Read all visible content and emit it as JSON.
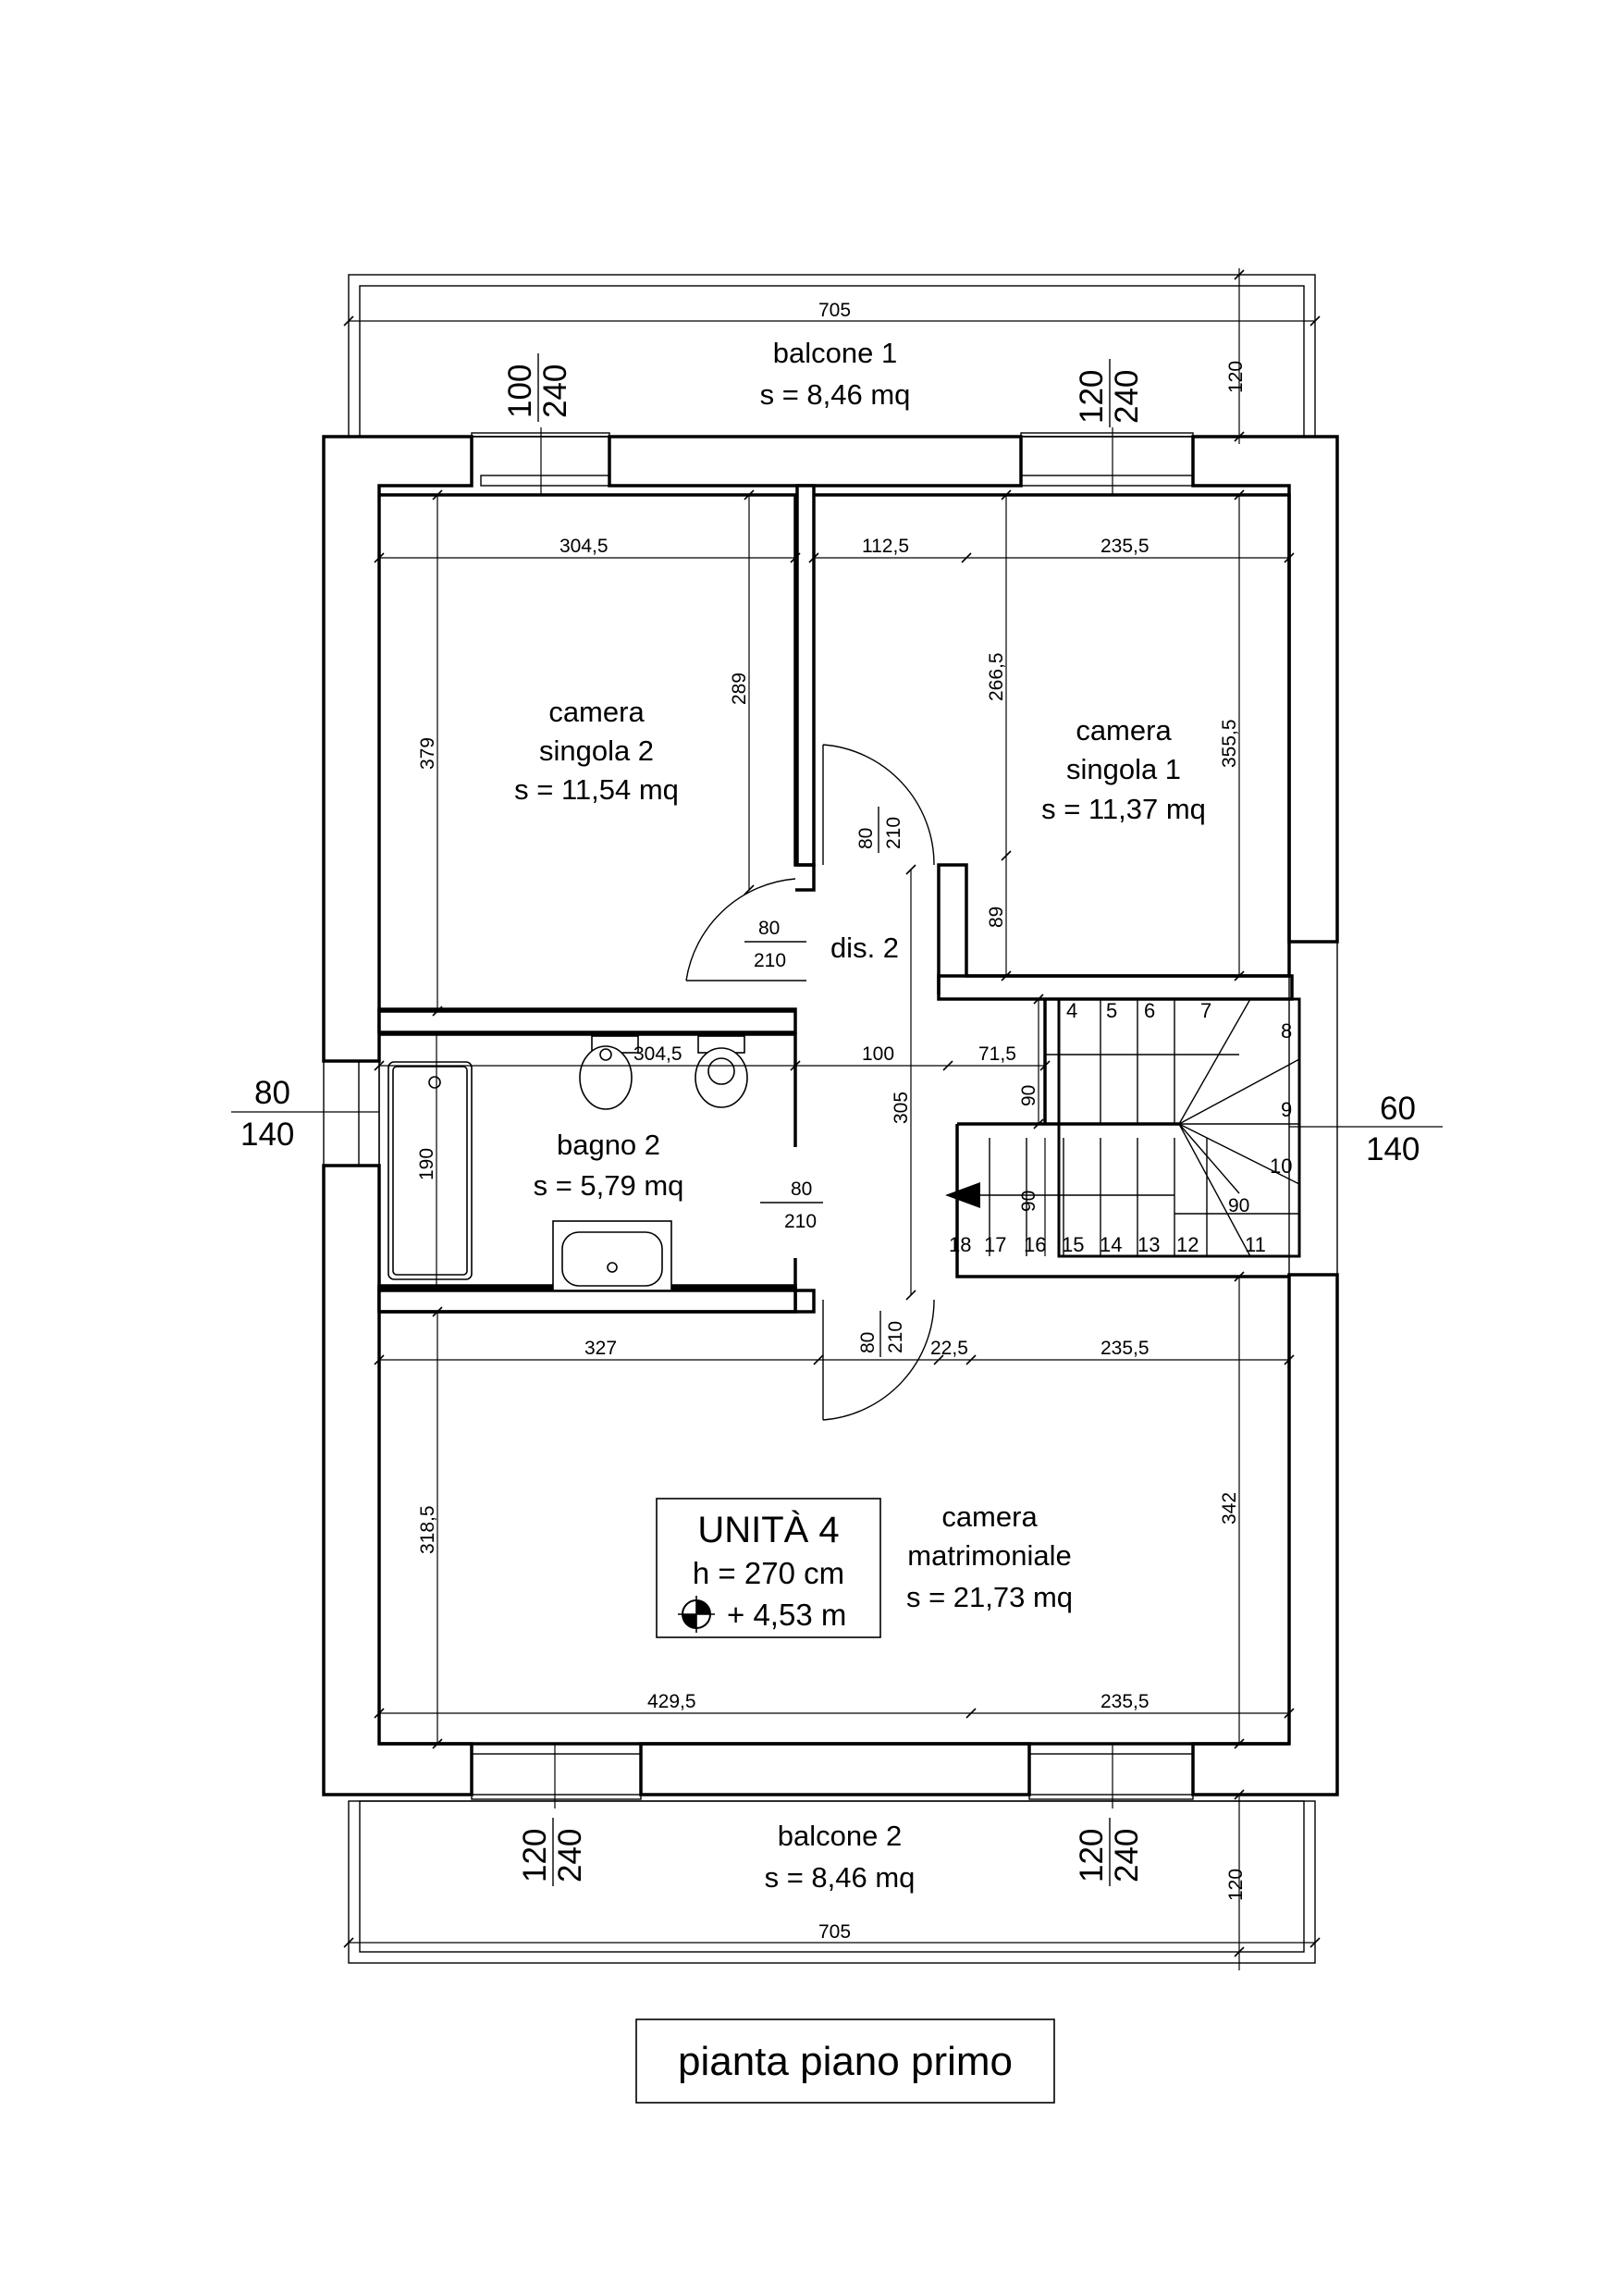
{
  "title": "pianta piano primo",
  "unit": {
    "name": "UNITÀ 4",
    "height": "h = 270 cm",
    "level": "+ 4,53 m",
    "level_icon": "level-marker-icon"
  },
  "rooms": {
    "balcone1": {
      "name": "balcone 1",
      "area": "s = 8,46 mq"
    },
    "balcone2": {
      "name": "balcone 2",
      "area": "s = 8,46 mq"
    },
    "singola2": {
      "line1": "camera",
      "line2": "singola 2",
      "area": "s = 11,54 mq"
    },
    "singola1": {
      "line1": "camera",
      "line2": "singola 1",
      "area": "s = 11,37 mq"
    },
    "dis2": {
      "name": "dis. 2"
    },
    "bagno2": {
      "name": "bagno 2",
      "area": "s = 5,79 mq"
    },
    "matrimoniale": {
      "line1": "camera",
      "line2": "matrimoniale",
      "area": "s = 21,73 mq"
    }
  },
  "openings": {
    "win_b1_left": {
      "w": "100",
      "h": "240"
    },
    "win_b1_right": {
      "w": "120",
      "h": "240"
    },
    "win_b2_left": {
      "w": "120",
      "h": "240"
    },
    "win_b2_right": {
      "w": "120",
      "h": "240"
    },
    "win_west": {
      "w": "80",
      "h": "140"
    },
    "win_east": {
      "w": "60",
      "h": "140"
    }
  },
  "doors": {
    "d_singola1": {
      "w": "80",
      "h": "210"
    },
    "d_singola2": {
      "w": "80",
      "h": "210"
    },
    "d_bagno": {
      "w": "80",
      "h": "210"
    },
    "d_matrimoniale": {
      "w": "80",
      "h": "210"
    }
  },
  "dimensions": {
    "balc1_width": "705",
    "balc1_depth": "120",
    "balc2_width": "705",
    "balc2_depth": "120",
    "s2_width": "304,5",
    "s2_height": "379",
    "s2_inner": "289",
    "s1_a": "112,5",
    "s1_b": "235,5",
    "s1_height": "355,5",
    "s1_inner": "266,5",
    "s1_lower": "89",
    "bath_width": "304,5",
    "bath_tub": "190",
    "corr_a": "100",
    "corr_b": "71,5",
    "corr_c": "90",
    "corr_height": "305",
    "stair_90a": "90",
    "stair_90b": "90",
    "m_top": "327",
    "m_a": "22,5",
    "m_b": "235,5",
    "m_left": "318,5",
    "m_right": "342",
    "m_bottom_a": "429,5",
    "m_bottom_b": "235,5"
  },
  "stairs": {
    "upper": [
      "4",
      "5",
      "6",
      "7",
      "8",
      "9",
      "10"
    ],
    "lower": [
      "18",
      "17",
      "16",
      "15",
      "14",
      "13",
      "12",
      "11"
    ]
  }
}
